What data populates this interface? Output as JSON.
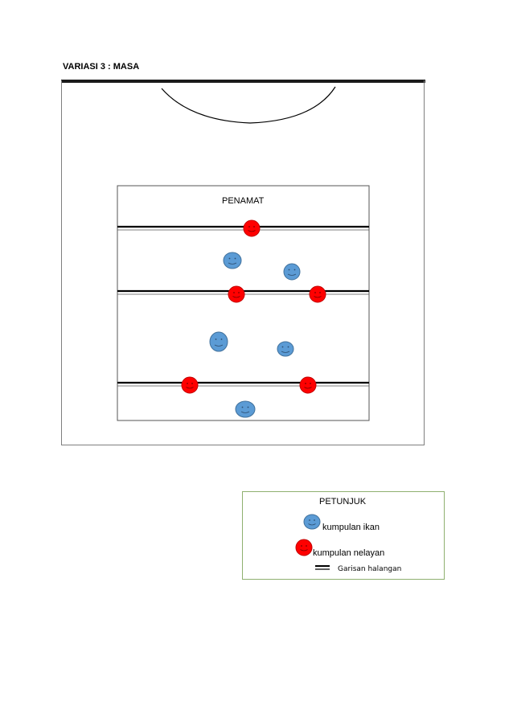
{
  "title": "VARIASI  3 : MASA",
  "field": {
    "finish_label": "PENAMAT"
  },
  "legend": {
    "title": "PETUNJUK",
    "fish_label": "kumpulan ikan",
    "fisherman_label": "kumpulan nelayan",
    "barrier_label": "Garisan halangan"
  },
  "colors": {
    "fish_fill": "#5b9bd5",
    "fish_stroke": "#41719c",
    "fisherman_fill": "#ff0000",
    "fisherman_stroke": "#c00000",
    "legend_border": "#8fb070",
    "barrier": "#000000"
  }
}
